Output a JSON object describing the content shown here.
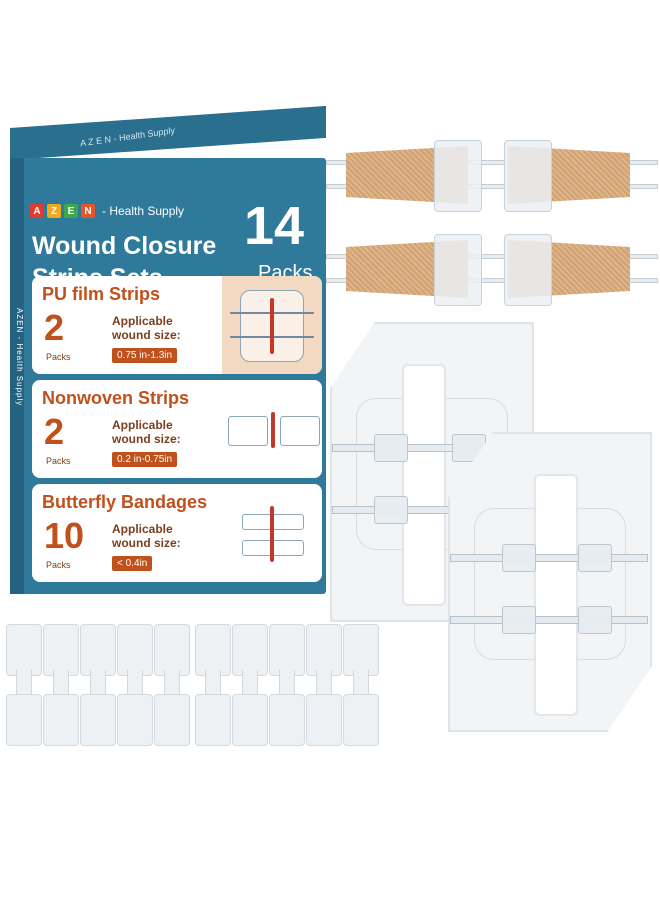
{
  "box": {
    "brand_letters": [
      "A",
      "Z",
      "E",
      "N"
    ],
    "brand_colors": [
      "#e23b2e",
      "#f0a81e",
      "#3aa94a",
      "#e8542a"
    ],
    "brand_tag": "- Health Supply",
    "title_line1": "Wound Closure",
    "title_line2": "Strips Sets",
    "total_count": "14",
    "total_unit": "Packs",
    "side_text": "AZEN - Health Supply",
    "top_text": "A Z E N - Health Supply"
  },
  "panels": [
    {
      "name": "PU film Strips",
      "count": "2",
      "unit": "Packs",
      "label": "Applicable wound size:",
      "size": "0.75 in-1.3in"
    },
    {
      "name": "Nonwoven Strips",
      "count": "2",
      "unit": "Packs",
      "label": "Applicable wound size:",
      "size": "0.2 in-0.75in"
    },
    {
      "name": "Butterfly Bandages",
      "count": "10",
      "unit": "Packs",
      "label": "Applicable wound size:",
      "size": "< 0.4in"
    }
  ],
  "colors": {
    "box_blue": "#2f7a9a",
    "accent_orange": "#c0501c",
    "nonwoven_tan": "#d9a877",
    "panel_peach": "#f3d9c2"
  },
  "butterfly_strip_count": 10
}
